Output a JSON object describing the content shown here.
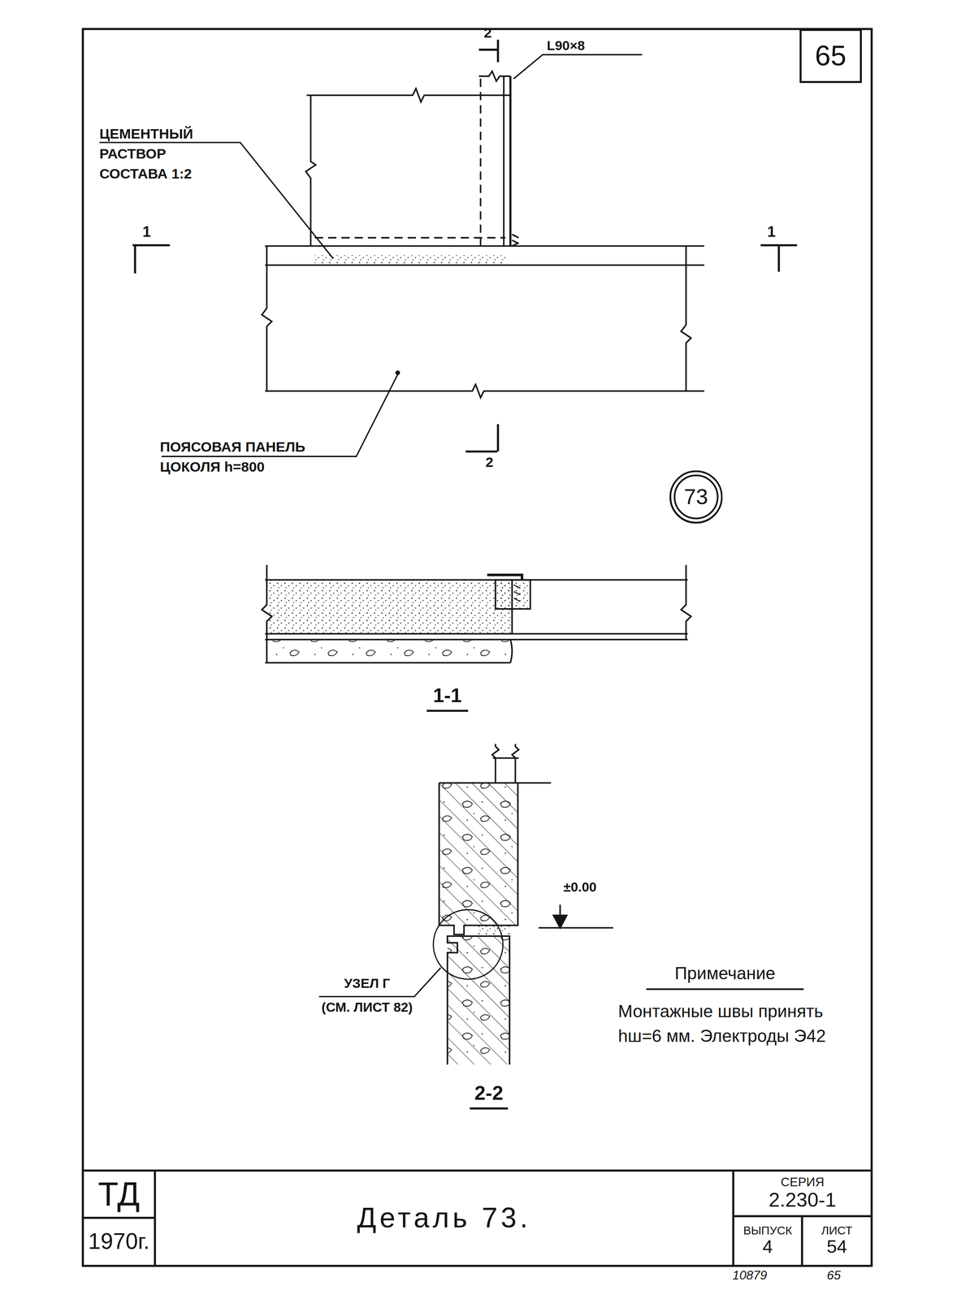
{
  "diagram": {
    "nodes": [
      {
        "text": [
          "65"
        ]
      },
      {
        "text": [
          "73"
        ]
      },
      {
        "text": [
          "ТД"
        ]
      },
      {
        "text": [
          "1970г."
        ]
      },
      {
        "text": [
          "Деталь 73."
        ]
      },
      {
        "text": [
          "СЕРИЯ",
          "2.230-1"
        ]
      },
      {
        "text": [
          "ВЫПУСК",
          "4"
        ]
      },
      {
        "text": [
          "ЛИСТ",
          "54"
        ]
      }
    ],
    "edges": [],
    "labels": [
      "L90×8",
      "2",
      "ЦЕМЕНТНЫЙ РАСТВОР СОСТАВА 1:2",
      "1",
      "1",
      "ПОЯСОВАЯ ПАНЕЛЬ ЦОКОЛЯ h=800",
      "2",
      "1-1",
      "±0.00",
      "УЗЕЛ Г",
      "(СМ. ЛИСТ 82)",
      "2-2",
      "Примечание",
      "Монтажные швы принять hш=6 мм. Электроды Э42",
      "10879",
      "65"
    ]
  }
}
